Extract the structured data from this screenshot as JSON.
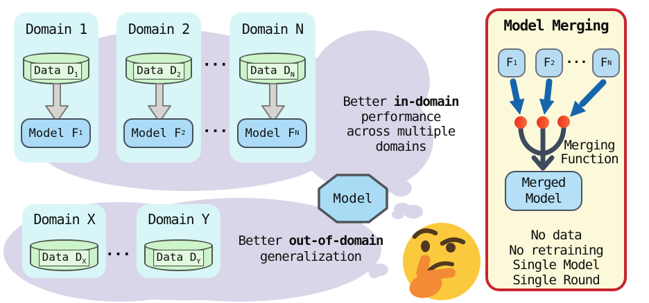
{
  "colors": {
    "cloud": "#d9d6e9",
    "domain_card": "#d8f6f7",
    "cylinder_fill": "#cdf3cb",
    "cylinder_label_bg": "#e2f8df",
    "model_box_fill": "#abdbf6",
    "gray_arrow_fill": "#d7d3cf",
    "octagon_fill": "#a9dbf5",
    "panel_bg": "#fbf9da",
    "panel_border": "#c8252c",
    "f_box_fill": "#b7dcf2",
    "blue_arrow": "#1565ad",
    "merge_dot_red": "#e9331f",
    "merge_dot_orange": "#fb6a38",
    "merge_line": "#3d4a5e",
    "emoji_face": "#fbc93d",
    "emoji_hand": "#f28a36"
  },
  "ellipsis": "...",
  "top_domains": [
    {
      "title": "Domain 1",
      "data_label": "Data D",
      "data_sub": "1",
      "model_label": "Model F",
      "model_sub": "1"
    },
    {
      "title": "Domain 2",
      "data_label": "Data D",
      "data_sub": "2",
      "model_label": "Model F",
      "model_sub": "2"
    },
    {
      "title": "Domain N",
      "data_label": "Data D",
      "data_sub": "N",
      "model_label": "Model F",
      "model_sub": "N"
    }
  ],
  "bottom_domains": [
    {
      "title": "Domain X",
      "data_label": "Data D",
      "data_sub": "X"
    },
    {
      "title": "Domain Y",
      "data_label": "Data D",
      "data_sub": "Y"
    }
  ],
  "in_domain": {
    "lead": "Better ",
    "bold": "in-domain",
    "line2": "performance",
    "line3": "across multiple",
    "line4": "domains"
  },
  "out_domain": {
    "lead": "Better ",
    "bold": "out-of-domain",
    "line2": "generalization"
  },
  "thought_bubble": {
    "model_label": "Model"
  },
  "panel": {
    "title": "Model Merging",
    "models": [
      {
        "label": "F",
        "sub": "1"
      },
      {
        "label": "F",
        "sub": "2"
      },
      {
        "label": "F",
        "sub": "N"
      }
    ],
    "ellipsis": "...",
    "merging_fn_line1": "Merging",
    "merging_fn_line2": "Function",
    "merged_model_line1": "Merged",
    "merged_model_line2": "Model",
    "benefits": [
      "No data",
      "No retraining",
      "Single Model",
      "Single Round"
    ]
  }
}
